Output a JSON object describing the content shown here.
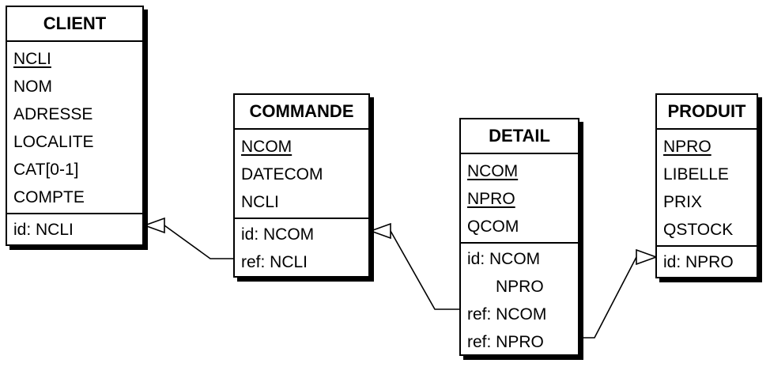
{
  "entities": {
    "client": {
      "name": "CLIENT",
      "attributes": [
        {
          "text": "NCLI",
          "key": true
        },
        {
          "text": "NOM",
          "key": false
        },
        {
          "text": "ADRESSE",
          "key": false
        },
        {
          "text": "LOCALITE",
          "key": false
        },
        {
          "text": "CAT[0-1]",
          "key": false
        },
        {
          "text": "COMPTE",
          "key": false
        }
      ],
      "constraints": [
        "id: NCLI"
      ]
    },
    "commande": {
      "name": "COMMANDE",
      "attributes": [
        {
          "text": "NCOM",
          "key": true
        },
        {
          "text": "DATECOM",
          "key": false
        },
        {
          "text": "NCLI",
          "key": false
        }
      ],
      "constraints": [
        "id: NCOM",
        "ref: NCLI"
      ]
    },
    "detail": {
      "name": "DETAIL",
      "attributes": [
        {
          "text": "NCOM",
          "key": true
        },
        {
          "text": "NPRO",
          "key": true
        },
        {
          "text": "QCOM",
          "key": false
        }
      ],
      "constraints": [
        "id: NCOM",
        "NPRO",
        "ref: NCOM",
        "ref: NPRO"
      ]
    },
    "produit": {
      "name": "PRODUIT",
      "attributes": [
        {
          "text": "NPRO",
          "key": true
        },
        {
          "text": "LIBELLE",
          "key": false
        },
        {
          "text": "PRIX",
          "key": false
        },
        {
          "text": "QSTOCK",
          "key": false
        }
      ],
      "constraints": [
        "id: NPRO"
      ]
    }
  },
  "links": [
    {
      "from": "commande.ref: NCLI",
      "to": "client.id: NCLI"
    },
    {
      "from": "detail.ref: NCOM",
      "to": "commande.id: NCOM"
    },
    {
      "from": "detail.ref: NPRO",
      "to": "produit.id: NPRO"
    }
  ]
}
